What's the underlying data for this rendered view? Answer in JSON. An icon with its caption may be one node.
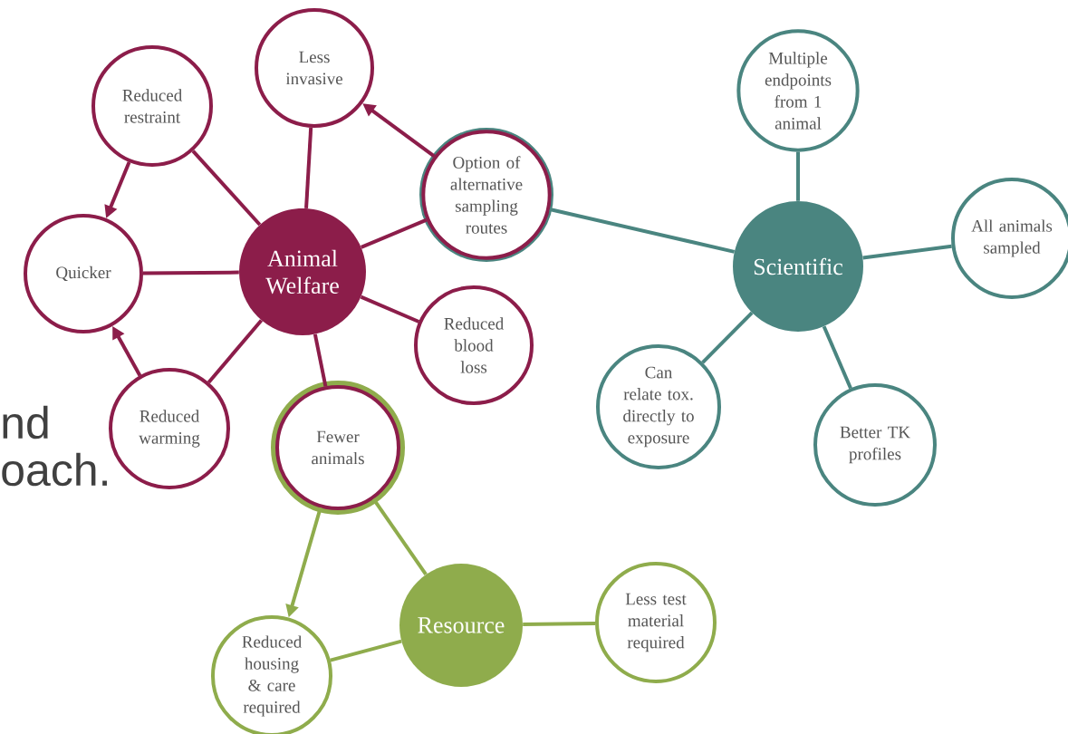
{
  "diagram": {
    "nodes": [
      {
        "text": [
          "Less invasive"
        ]
      },
      {
        "text": [
          "Reduced restraint"
        ]
      },
      {
        "text": [
          "Option of alternative sampling routes"
        ]
      },
      {
        "text": [
          "Multiple endpoints from 1 animal"
        ]
      },
      {
        "text": [
          "Animal Welfare"
        ]
      },
      {
        "text": [
          "Quicker"
        ]
      },
      {
        "text": [
          "Scientific"
        ]
      },
      {
        "text": [
          "All animals sampled"
        ]
      },
      {
        "text": [
          "Reduced blood loss"
        ]
      },
      {
        "text": [
          "Can relate tox. directly to exposure"
        ]
      },
      {
        "text": [
          "Reduced warming"
        ]
      },
      {
        "text": [
          "Fewer animals"
        ]
      },
      {
        "text": [
          "Better TK profiles"
        ]
      },
      {
        "text": [
          "Resource"
        ]
      },
      {
        "text": [
          "Less test material required"
        ]
      },
      {
        "text": [
          "Reduced housing & care required"
        ]
      }
    ],
    "edges": [
      {
        "from": 4,
        "to": 0,
        "arrow": "none"
      },
      {
        "from": 4,
        "to": 1,
        "arrow": "none"
      },
      {
        "from": 4,
        "to": 5,
        "arrow": "none"
      },
      {
        "from": 4,
        "to": 2,
        "arrow": "none"
      },
      {
        "from": 4,
        "to": 8,
        "arrow": "none"
      },
      {
        "from": 4,
        "to": 10,
        "arrow": "none"
      },
      {
        "from": 4,
        "to": 11,
        "arrow": "none"
      },
      {
        "from": 2,
        "to": 0,
        "arrow": "to"
      },
      {
        "from": 1,
        "to": 5,
        "arrow": "to"
      },
      {
        "from": 10,
        "to": 5,
        "arrow": "to"
      },
      {
        "from": 2,
        "to": 6,
        "arrow": "none",
        "color": "#4a8580"
      },
      {
        "from": 6,
        "to": 3,
        "arrow": "none",
        "color": "#4a8580"
      },
      {
        "from": 6,
        "to": 7,
        "arrow": "none",
        "color": "#4a8580"
      },
      {
        "from": 6,
        "to": 9,
        "arrow": "none",
        "color": "#4a8580"
      },
      {
        "from": 6,
        "to": 12,
        "arrow": "none",
        "color": "#4a8580"
      },
      {
        "from": 11,
        "to": 15,
        "arrow": "to",
        "color": "#8fac4c"
      },
      {
        "from": 11,
        "to": 13,
        "arrow": "none",
        "color": "#8fac4c"
      },
      {
        "from": 13,
        "to": 15,
        "arrow": "none",
        "color": "#8fac4c"
      },
      {
        "from": 13,
        "to": 14,
        "arrow": "none",
        "color": "#8fac4c"
      }
    ],
    "labels": [
      "nd",
      "oach."
    ]
  }
}
